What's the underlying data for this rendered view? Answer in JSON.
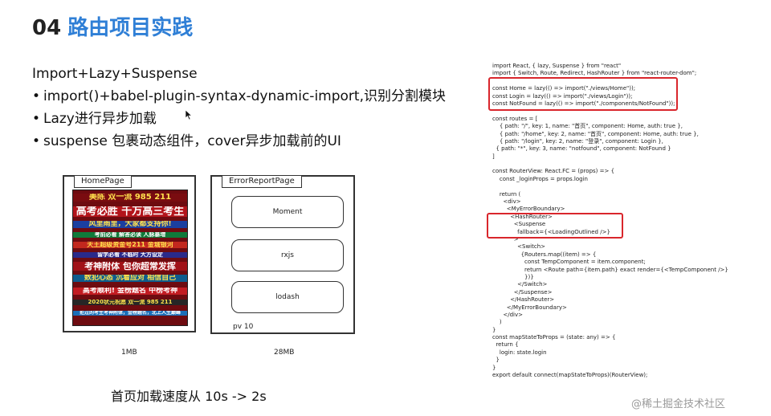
{
  "slide": {
    "number": "04",
    "title": "路由项目实践",
    "subtitle": "Import+Lazy+Suspense",
    "bullets": [
      "import()+babel-plugin-syntax-dynamic-import,识别分割模块",
      "Lazy进行异步加载",
      "suspense 包裹动态组件，cover异步加载前的UI"
    ],
    "bullet_symbol": "•"
  },
  "diagram": {
    "home_page": {
      "label": "HomePage",
      "size": "1MB",
      "poster": [
        "美陈 双一流 985 211",
        "高考必胜 千万高三考生",
        "风里雨里，大家都支持你!",
        "考前必看 解答必读 人脉暴增",
        "天王超级资金号211 金城银河",
        "留学必看 不临时 大方设定",
        "考神附体 包你超常发挥",
        "数犯心态 沉着应对 相信自己",
        "高考顺利! 金榜题名 中榜考神",
        "2020状元祝愿 双一流 985 211",
        "拒过的考生考神附体，金榜题名，北上人生巅峰"
      ]
    },
    "error_page": {
      "label": "ErrorReportPage",
      "modules": [
        "Moment",
        "rxjs",
        "lodash"
      ],
      "pv": "pv 10",
      "size": "28MB"
    }
  },
  "speed_text": "首页加载速度从 10s -> 2s",
  "code_lines": [
    "import React, { lazy, Suspense } from \"react\"",
    "import { Switch, Route, Redirect, HashRouter } from \"react-router-dom\";",
    "",
    "const Home = lazy(() => import(\"./views/Home\"));",
    "const Login = lazy(() => import(\"./views/Login\"));",
    "const NotFound = lazy(() => import(\"./components/NotFound\"));",
    "",
    "const routes = [",
    "    { path: \"/\", key: 1, name: \"首页\", component: Home, auth: true },",
    "    { path: \"/home\", key: 2, name: \"首页\", component: Home, auth: true },",
    "    { path: \"/login\", key: 2, name: \"登录\", component: Login },",
    "  { path: \"*\", key: 3, name: \"notfound\", component: NotFound }",
    "]",
    "",
    "const RouterView: React.FC = (props) => {",
    "    const _loginProps = props.login",
    "",
    "    return (",
    "      <div>",
    "        <MyErrorBoundary>",
    "          <HashRouter>",
    "            <Suspense",
    "              fallback={<LoadingOutlined />}",
    "            >",
    "              <Switch>",
    "                {Routers.map((item) => {",
    "                  const TempComponent = item.component;",
    "                  return <Route path={item.path} exact render={<TempComponent />}",
    "                  })}",
    "              </Switch>",
    "            </Suspense>",
    "          </HashRouter>",
    "        </MyErrorBoundary>",
    "      </div>",
    "    )",
    "}",
    "const mapStateToProps = (state: any) => {",
    "  return {",
    "    login: state.login",
    "  }",
    "}",
    "export default connect(mapStateToProps)(RouterView);"
  ],
  "watermark": "@稀土掘金技术社区",
  "colors": {
    "title_accent": "#2f7fd6",
    "highlight": "#d9262c",
    "poster_bg": "#6e0b10"
  }
}
